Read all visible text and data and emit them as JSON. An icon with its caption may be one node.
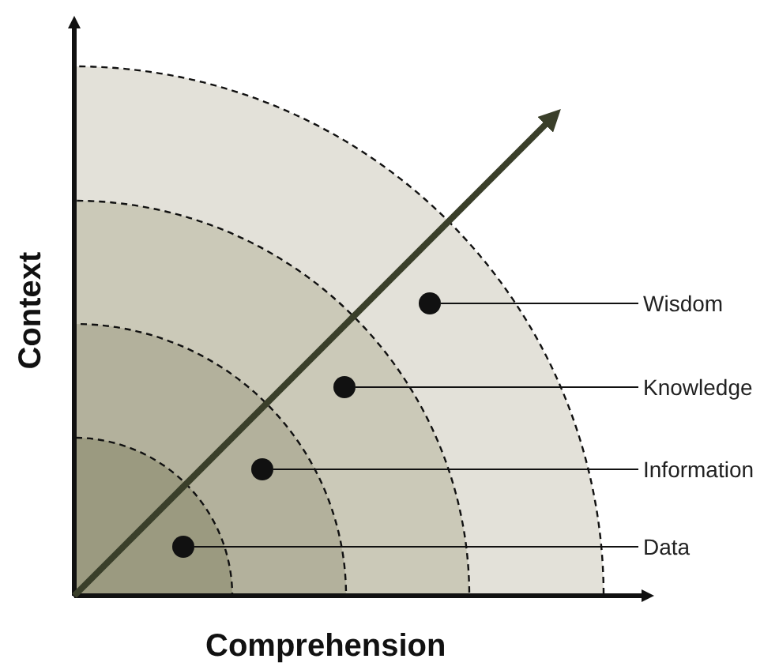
{
  "diagram": {
    "nodes": [
      {
        "text": [
          "Wisdom"
        ]
      },
      {
        "text": [],
        "shape": "circle"
      },
      {
        "text": [
          "Knowledge"
        ]
      },
      {
        "text": [],
        "shape": "circle"
      },
      {
        "text": [
          "Information"
        ]
      },
      {
        "text": [],
        "shape": "circle"
      },
      {
        "text": [
          "Data"
        ]
      },
      {
        "text": [],
        "shape": "circle"
      }
    ],
    "edges": [
      {
        "from": 0,
        "to": 1,
        "arrow": "none"
      },
      {
        "from": 2,
        "to": 3,
        "arrow": "none"
      },
      {
        "from": 4,
        "to": 5,
        "arrow": "none"
      },
      {
        "from": 6,
        "to": 7,
        "arrow": "none"
      }
    ],
    "labels": [
      "Context",
      "Comprehension"
    ]
  }
}
